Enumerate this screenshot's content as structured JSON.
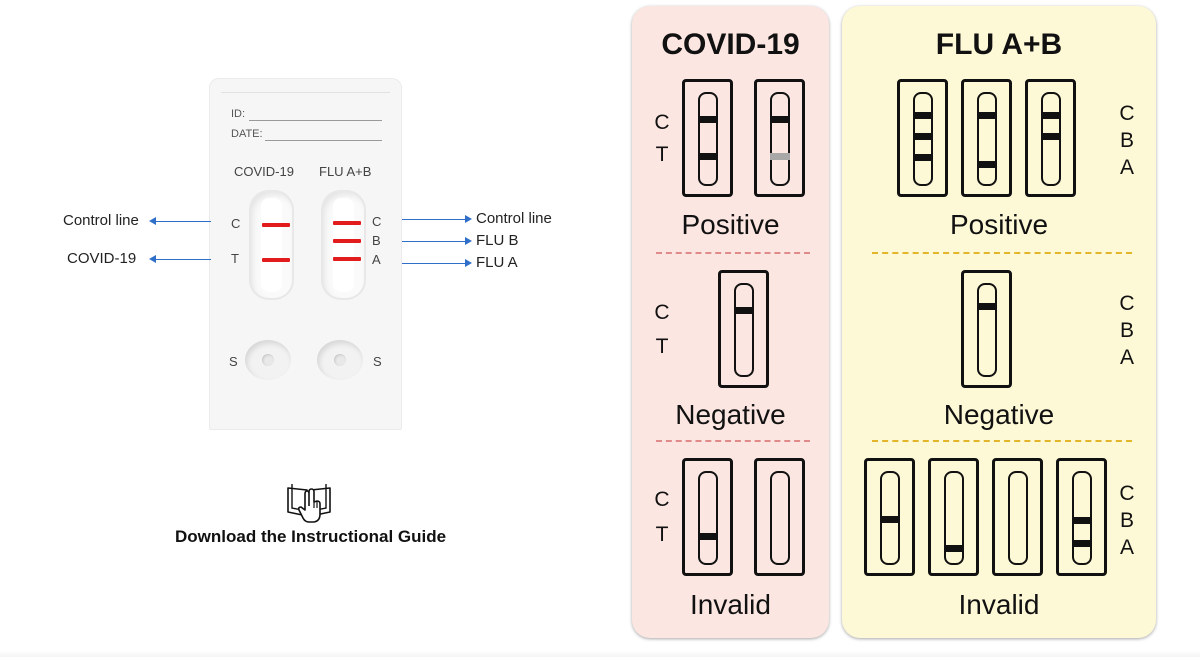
{
  "cassette": {
    "id_label": "ID:",
    "date_label": "DATE:",
    "covid_header": "COVID-19",
    "flu_header": "FLU A+B",
    "left_marks": [
      "C",
      "T"
    ],
    "right_marks": [
      "C",
      "B",
      "A"
    ],
    "well_marks": [
      "S",
      "S"
    ]
  },
  "callouts": {
    "left": [
      "Control line",
      "COVID-19"
    ],
    "right": [
      "Control line",
      "FLU B",
      "FLU A"
    ]
  },
  "guide": {
    "label": "Download the Instructional Guide",
    "icon": "book-hand-pointer-icon"
  },
  "covid_panel": {
    "title": "COVID-19",
    "side_labels": [
      "C",
      "T"
    ],
    "results": [
      "Positive",
      "Negative",
      "Invalid"
    ],
    "background": "#fbe6e2",
    "divider_color": "#e08a8a"
  },
  "flu_panel": {
    "title": "FLU A+B",
    "side_labels": [
      "C",
      "B",
      "A"
    ],
    "results": [
      "Positive",
      "Negative",
      "Invalid"
    ],
    "background": "#fdf8d6",
    "divider_color": "#e2b52a"
  },
  "colors": {
    "test_line": "#e21c1c",
    "arrow": "#2f6fc9",
    "faint_band": "#a8a8a8"
  }
}
